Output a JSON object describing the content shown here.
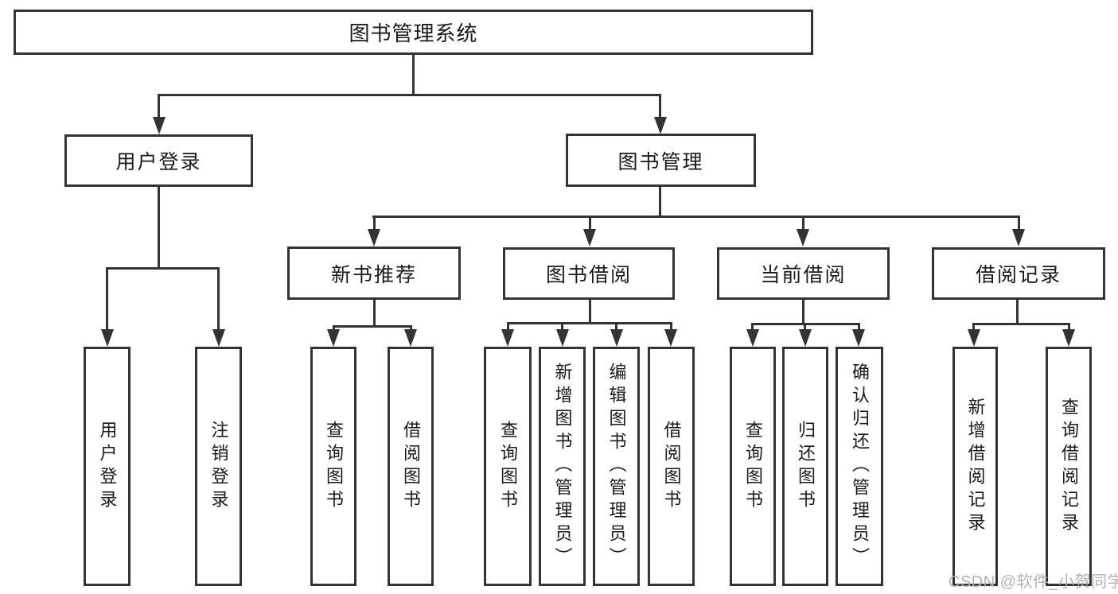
{
  "diagram": {
    "root": "图书管理系统",
    "level2": {
      "user_login": "用户登录",
      "book_mgmt": "图书管理"
    },
    "level3": {
      "new_book_rec": "新书推荐",
      "book_borrow": "图书借阅",
      "current_borrow": "当前借阅",
      "borrow_records": "借阅记录"
    },
    "leaves": {
      "user_login_leaf": "用户登录",
      "logout": "注销登录",
      "rec_query": "查询图书",
      "rec_borrow": "借阅图书",
      "bb_query": "查询图书",
      "bb_add": "新增图书（管理员）",
      "bb_edit": "编辑图书（管理员）",
      "bb_borrow": "借阅图书",
      "cb_query": "查询图书",
      "cb_return": "归还图书",
      "cb_confirm": "确认归还（管理员）",
      "br_add": "新增借阅记录",
      "br_query": "查询借阅记录"
    }
  },
  "watermark": "CSDN @软件_小贺同学",
  "colors": {
    "line": "#333333",
    "text": "#1a1a1a",
    "background": "#ffffff",
    "watermark": "#b3b3b3"
  }
}
